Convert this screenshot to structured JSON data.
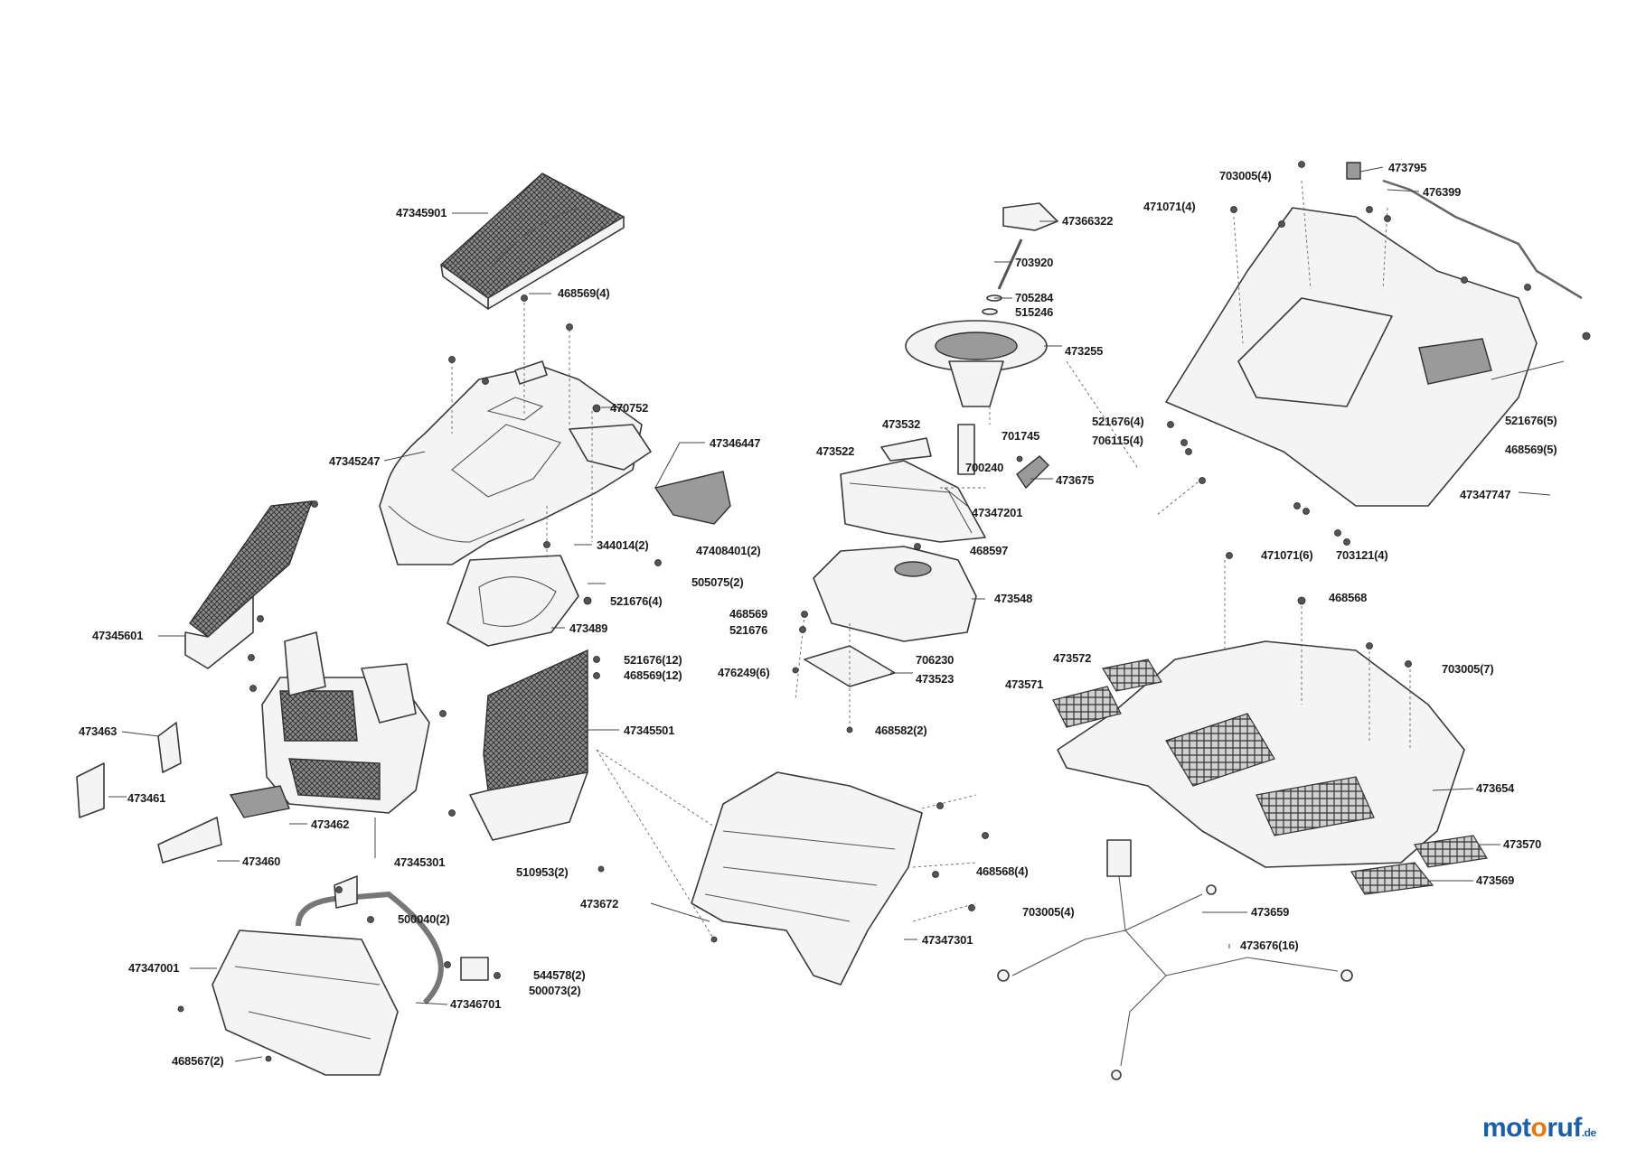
{
  "labels": {
    "l47345901": "47345901",
    "l468569_4": "468569(4)",
    "l470752": "470752",
    "l47346447": "47346447",
    "l47345247": "47345247",
    "l344014_2": "344014(2)",
    "l47408401_2": "47408401(2)",
    "l505075_2": "505075(2)",
    "l521676_4": "521676(4)",
    "l473489": "473489",
    "l47345601": "47345601",
    "l521676_12": "521676(12)",
    "l468569_12": "468569(12)",
    "l47345501": "47345501",
    "l473463": "473463",
    "l473461": "473461",
    "l473462": "473462",
    "l473460": "473460",
    "l47345301": "47345301",
    "l500040_2": "500040(2)",
    "l47347001": "47347001",
    "l544578_2": "544578(2)",
    "l500073_2": "500073(2)",
    "l47346701": "47346701",
    "l468567_2": "468567(2)",
    "l47366322": "47366322",
    "l703920": "703920",
    "l705284": "705284",
    "l515246": "515246",
    "l473255": "473255",
    "l473532": "473532",
    "l701745": "701745",
    "l473522": "473522",
    "l700240": "700240",
    "l473675": "473675",
    "l47347201": "47347201",
    "l468597": "468597",
    "l473548": "473548",
    "l468569": "468569",
    "l521676": "521676",
    "l706230": "706230",
    "l476249_6": "476249(6)",
    "l473523": "473523",
    "l468582_2": "468582(2)",
    "l510953_2": "510953(2)",
    "l473672": "473672",
    "l468568_4": "468568(4)",
    "l703005_4b": "703005(4)",
    "l47347301": "47347301",
    "l703005_4a": "703005(4)",
    "l473795": "473795",
    "l471071_4": "471071(4)",
    "l476399": "476399",
    "l521676_4b": "521676(4)",
    "l706115_4": "706115(4)",
    "l521676_5": "521676(5)",
    "l468569_5": "468569(5)",
    "l47347747": "47347747",
    "l471071_6": "471071(6)",
    "l703121_4": "703121(4)",
    "l468568": "468568",
    "l473572": "473572",
    "l703005_7": "703005(7)",
    "l473571": "473571",
    "l473654": "473654",
    "l473570": "473570",
    "l473569": "473569",
    "l473659": "473659",
    "l473676_16": "473676(16)"
  },
  "brand": {
    "part1": "mot",
    "part2": "o",
    "part3": "ruf",
    "tld": ".de"
  }
}
